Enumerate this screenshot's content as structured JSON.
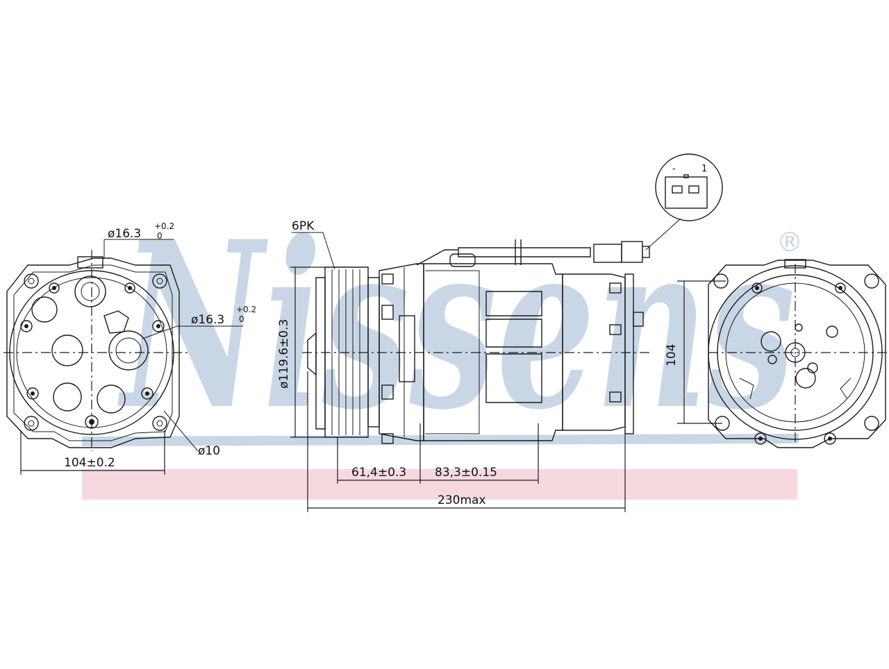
{
  "watermark": {
    "brand": "Nissens",
    "registered_mark": "®",
    "brand_color": "#c9d6e6",
    "stripe_color": "#f6d9de"
  },
  "connector": {
    "pin_labels": [
      "-",
      "1"
    ]
  },
  "labels": {
    "pulley_grooves": "6PK",
    "port_top": {
      "base": "ø16.3",
      "tol_upper": "+0.2",
      "tol_lower": "0"
    },
    "port_side": {
      "base": "ø16.3",
      "tol_upper": "+0.2",
      "tol_lower": "0"
    },
    "hole_dia": "ø10",
    "mount_spacing_left": "104±0.2",
    "pulley_diameter": "ø119.6±0.3",
    "dim_pulley_to_mount": "61,4±0.3",
    "dim_mount_spacing": "83,3±0.15",
    "overall_length": "230max",
    "mount_height_right": "104"
  }
}
